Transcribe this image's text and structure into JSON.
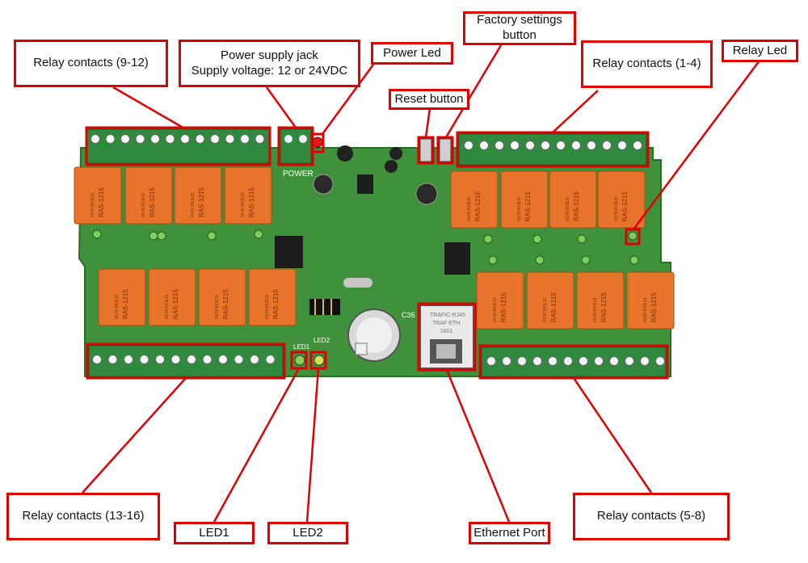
{
  "labels": {
    "relay_9_12": "Relay contacts (9-12)",
    "power_jack": "Power supply jack\nSupply voltage: 12 or 24VDC",
    "power_led": "Power Led",
    "factory_settings": "Factory settings\nbutton",
    "reset_button": "Reset button",
    "relay_1_4": "Relay contacts (1-4)",
    "relay_led": "Relay Led",
    "relay_13_16": "Relay contacts (13-16)",
    "led1": "LED1",
    "led2": "LED2",
    "ethernet_port": "Ethernet Port",
    "relay_5_8": "Relay contacts (5-8)"
  },
  "board": {
    "relay_marking": "RAS-1215",
    "relay_brand": "SUN HOLD",
    "power_silk": "POWER",
    "ethernet_silk_1": "TRAFIC-RJ45",
    "ethernet_silk_2": "TRAF ETH",
    "ethernet_silk_3": "1601",
    "led1_silk": "LED1",
    "led2_silk": "LED2",
    "c36_silk": "C36"
  },
  "colors": {
    "pcb": "#3c8f3a",
    "terminal": "#2e8b3c",
    "relay": "#e8732a",
    "callout_border": "#e00000"
  }
}
